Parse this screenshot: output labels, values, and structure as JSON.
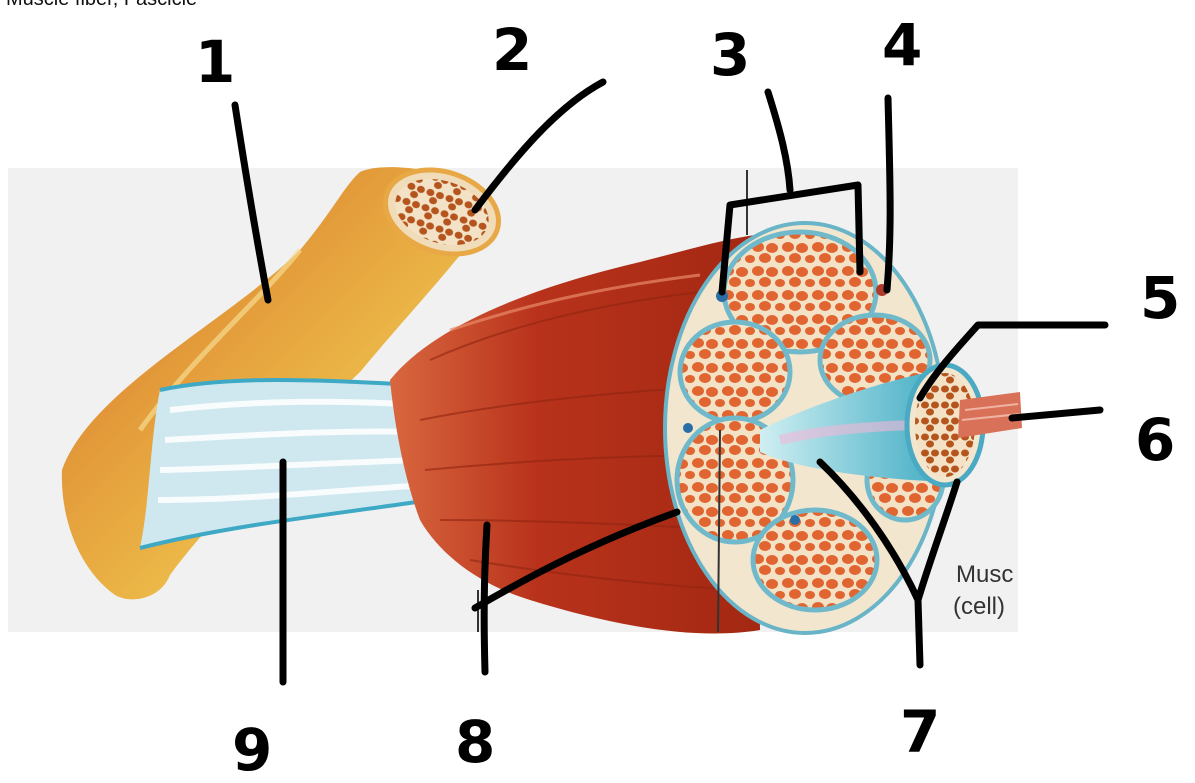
{
  "header": {
    "caption": "Muscle fiber, Fascicle"
  },
  "diagram": {
    "labels": [
      "1",
      "2",
      "3",
      "4",
      "5",
      "6",
      "7",
      "8",
      "9"
    ],
    "side_caption": [
      "Musc",
      "(cell)"
    ],
    "colors": {
      "tendon": "#d9a43a",
      "muscle": "#b8321b",
      "fiber": "#d9612f",
      "perimysium": "#f3e6cc",
      "sheath": "#7fc6d6",
      "leader": "#000000"
    }
  }
}
